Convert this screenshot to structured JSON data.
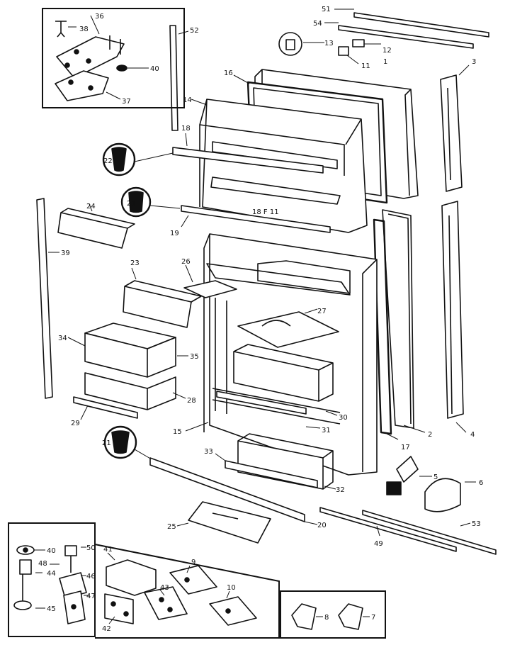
{
  "diagram": {
    "callouts": {
      "c1": "1",
      "c2": "2",
      "c3": "3",
      "c4": "4",
      "c5": "5",
      "c6": "6",
      "c7": "7",
      "c8": "8",
      "c9": "9",
      "c10": "10",
      "c11": "11",
      "c12": "12",
      "c13": "13",
      "c14": "14",
      "c15": "15",
      "c16": "16",
      "c17": "17",
      "c18": "18",
      "c19": "19",
      "c20": "20",
      "c21a": "21",
      "c21b": "21",
      "c22": "22",
      "c23": "23",
      "c24": "24",
      "c25": "25",
      "c26": "26",
      "c27": "27",
      "c28": "28",
      "c29": "29",
      "c30": "30",
      "c31": "31",
      "c32": "32",
      "c33": "33",
      "c34": "34",
      "c35": "35",
      "c36": "36",
      "c37": "37",
      "c38": "38",
      "c39": "39",
      "c40a": "40",
      "c40b": "40",
      "c41": "41",
      "c42": "42",
      "c43": "43",
      "c44": "44",
      "c45": "45",
      "c46": "46",
      "c47": "47",
      "c48": "48",
      "c49": "49",
      "c50": "50",
      "c51": "51",
      "c52": "52",
      "c53": "53",
      "c54": "54"
    },
    "door_marking": "18 F 11"
  }
}
